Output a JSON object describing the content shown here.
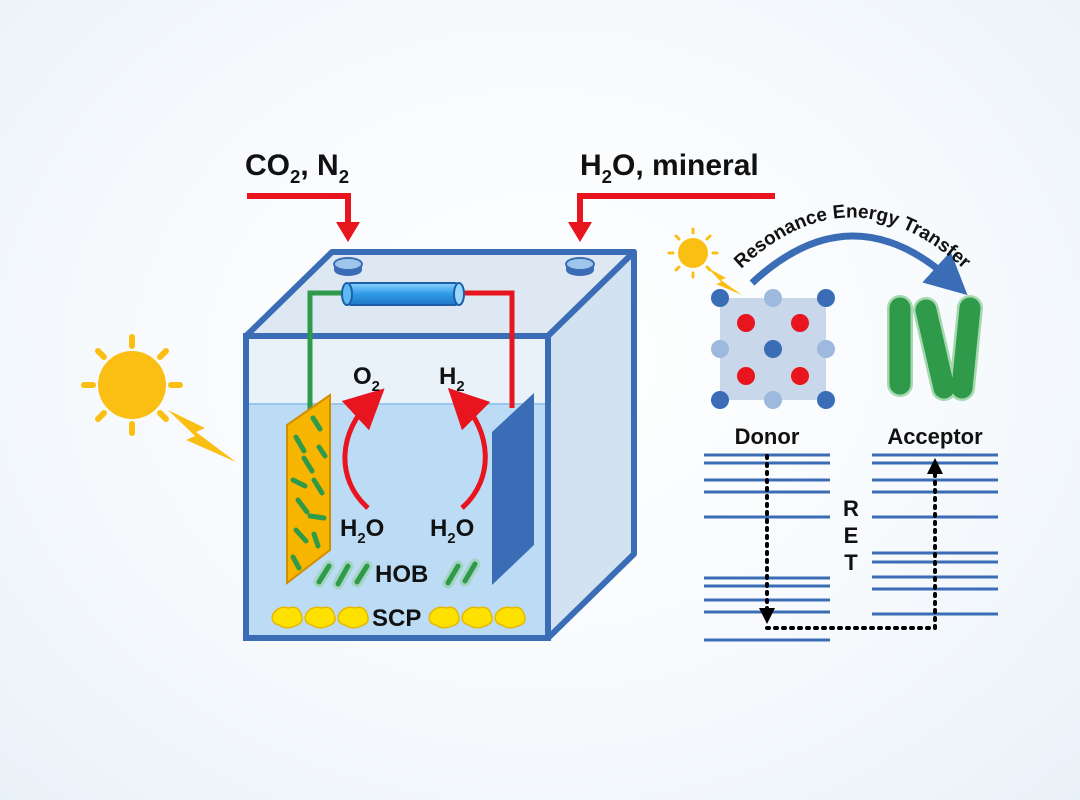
{
  "inputs": {
    "left": {
      "main": "CO",
      "sub": "2",
      "rest": ", N",
      "sub2": "2"
    },
    "right": {
      "main": "H",
      "sub": "2",
      "rest": "O, mineral"
    }
  },
  "cell": {
    "o2": {
      "main": "O",
      "sub": "2"
    },
    "h2": {
      "main": "H",
      "sub": "2"
    },
    "water_left": {
      "main": "H",
      "sub": "2",
      "rest": "O"
    },
    "water_right": {
      "main": "H",
      "sub": "2",
      "rest": "O"
    },
    "hob": "HOB",
    "scp": "SCP"
  },
  "ret": {
    "title": "Resonance Energy Transfer",
    "donor": "Donor",
    "acceptor": "Acceptor",
    "vertical_letters": [
      "R",
      "E",
      "T"
    ]
  },
  "colors": {
    "box": "#3a6db5",
    "red": "#e8141e",
    "green": "#2e9a4a",
    "sun": "#fbbf14",
    "photoanode": "#f7b500",
    "cathode": "#3a6db5",
    "water": "#bcdcf5"
  },
  "icons": [
    "sun-icon",
    "lightning-icon",
    "arrow-icon"
  ]
}
